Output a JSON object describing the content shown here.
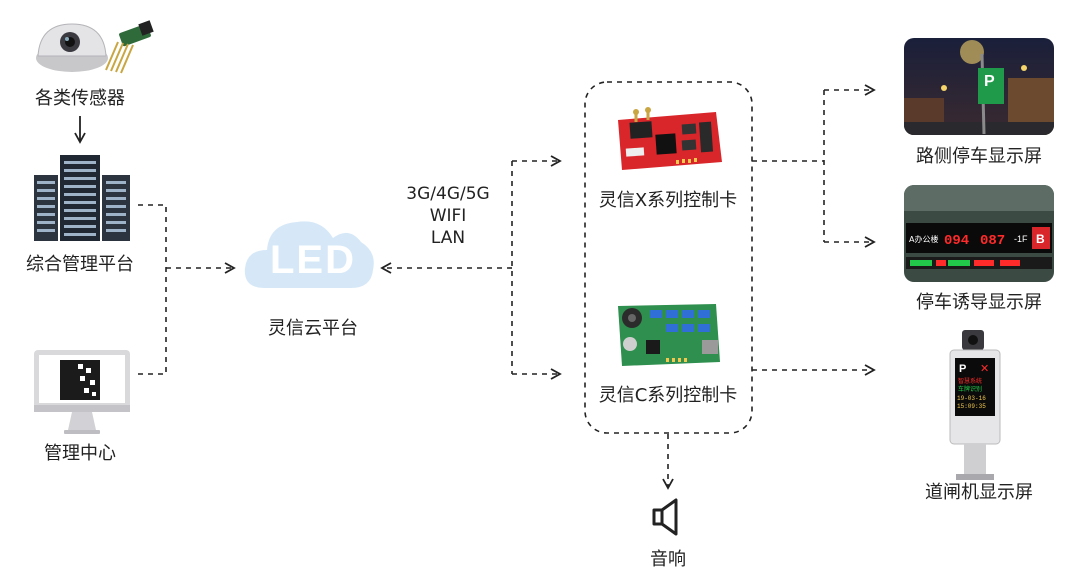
{
  "nodes": {
    "sensors": "各类传感器",
    "management_platform": "综合管理平台",
    "management_center": "管理中心",
    "cloud_platform": "灵信云平台",
    "cloud_logo": "LED",
    "protocols": [
      "3G/4G/5G",
      "WIFI",
      "LAN"
    ],
    "x_card": "灵信X系列控制卡",
    "c_card": "灵信C系列控制卡",
    "audio": "音响",
    "roadside_display": "路侧停车显示屏",
    "guidance_display": "停车诱导显示屏",
    "gate_display": "道闸机显示屏"
  },
  "photo_text": {
    "parking_sign": "P",
    "guidance_left": "A办公楼",
    "guidance_num1": "094",
    "guidance_num2": "087",
    "guidance_floor": "-1F",
    "guidance_badge": "B",
    "gate_p": "P",
    "gate_x": "✕",
    "gate_line1": "智慧系统",
    "gate_line2": "车牌识别",
    "gate_date": "19-03-16",
    "gate_time": "15:09:35"
  },
  "colors": {
    "line": "#222222",
    "cloud": "#d6e8f7",
    "board_red": "#d9262b",
    "board_green": "#2f8f4e",
    "led_red": "#ff2a2a",
    "led_green": "#22c84a"
  }
}
